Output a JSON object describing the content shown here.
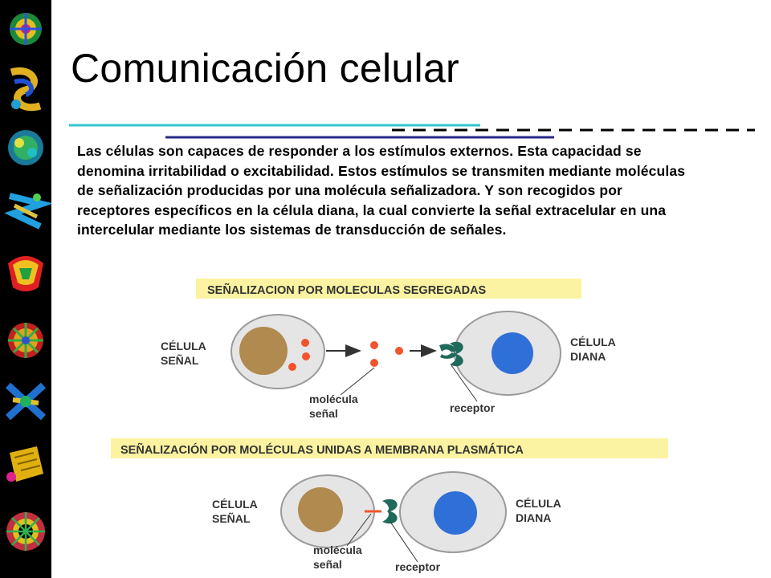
{
  "slide": {
    "title": "Comunicación celular",
    "body": "Las células son capaces de responder a los estímulos externos. Esta capacidad se denomina irritabilidad o excitabilidad. Estos estímulos se transmiten mediante moléculas de señalización producidas por una molécula señalizadora. Y son recogidos por receptores específicos en la célula diana, la cual convierte la señal extracelular en una intercelular mediante los sistemas de transducción de señales."
  },
  "sidebar": {
    "icons": [
      "protein-structure-icon",
      "protein-structure-icon",
      "protein-structure-icon",
      "protein-structure-icon",
      "protein-structure-icon",
      "protein-structure-icon",
      "protein-structure-icon",
      "protein-structure-icon",
      "protein-structure-icon"
    ]
  },
  "diagram1": {
    "heading": "SEÑALIZACION POR MOLECULAS SEGREGADAS",
    "signal_cell_line1": "CÉLULA",
    "signal_cell_line2": "SEÑAL",
    "target_cell_line1": "CÉLULA",
    "target_cell_line2": "DIANA",
    "molecule_line1": "molécula",
    "molecule_line2": "señal",
    "receptor": "receptor"
  },
  "diagram2": {
    "heading": "SEÑALIZACIÓN POR MOLÉCULAS UNIDAS A MEMBRANA PLASMÁTICA",
    "signal_cell_line1": "CÉLULA",
    "signal_cell_line2": "SEÑAL",
    "target_cell_line1": "CÉLULA",
    "target_cell_line2": "DIANA",
    "molecule_line1": "molécula",
    "molecule_line2": "señal",
    "receptor": "receptor"
  },
  "colors": {
    "sidebar_bg": "#000000",
    "heading_band": "#fcf3a2",
    "cell_fill": "#e5e5e5",
    "cell_stroke": "#9a9a9a",
    "nucleus_signal": "#b08a4e",
    "nucleus_target": "#2f6fd8",
    "molecule": "#f2542d",
    "receptor": "#1f6a5a",
    "rule_cyan": "#33c6cc",
    "rule_navy": "#2a2a8a"
  }
}
